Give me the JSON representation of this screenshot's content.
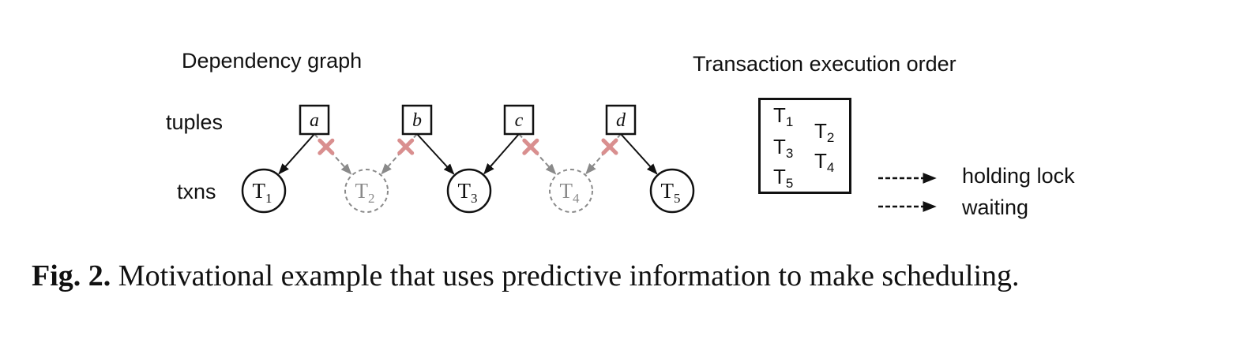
{
  "diagram": {
    "title": "Dependency graph",
    "row_labels": {
      "tuples": "tuples",
      "txns": "txns"
    },
    "tuples": [
      {
        "id": "a",
        "label": "a"
      },
      {
        "id": "b",
        "label": "b"
      },
      {
        "id": "c",
        "label": "c"
      },
      {
        "id": "d",
        "label": "d"
      }
    ],
    "transactions": [
      {
        "id": "T1",
        "name": "T",
        "sub": "1",
        "state": "active"
      },
      {
        "id": "T2",
        "name": "T",
        "sub": "2",
        "state": "waiting"
      },
      {
        "id": "T3",
        "name": "T",
        "sub": "3",
        "state": "active"
      },
      {
        "id": "T4",
        "name": "T",
        "sub": "4",
        "state": "waiting"
      },
      {
        "id": "T5",
        "name": "T",
        "sub": "5",
        "state": "active"
      }
    ],
    "edges": [
      {
        "from": "a",
        "to": "T1",
        "type": "holding"
      },
      {
        "from": "a",
        "to": "T2",
        "type": "waiting",
        "blocked": true
      },
      {
        "from": "b",
        "to": "T2",
        "type": "waiting",
        "blocked": true
      },
      {
        "from": "b",
        "to": "T3",
        "type": "holding"
      },
      {
        "from": "c",
        "to": "T3",
        "type": "holding"
      },
      {
        "from": "c",
        "to": "T4",
        "type": "waiting",
        "blocked": true
      },
      {
        "from": "d",
        "to": "T4",
        "type": "waiting",
        "blocked": true
      },
      {
        "from": "d",
        "to": "T5",
        "type": "holding"
      }
    ],
    "colors": {
      "active": "#111111",
      "waiting": "#8a8a8a",
      "blocked_mark": "#d98f8f"
    }
  },
  "execution_order": {
    "title": "Transaction execution order",
    "column_1": [
      {
        "name": "T",
        "sub": "1"
      },
      {
        "name": "T",
        "sub": "3"
      },
      {
        "name": "T",
        "sub": "5"
      }
    ],
    "column_2": [
      {
        "name": "T",
        "sub": "2"
      },
      {
        "name": "T",
        "sub": "4"
      }
    ]
  },
  "legend": {
    "holding": "holding lock",
    "waiting": "waiting"
  },
  "caption": {
    "label": "Fig. 2.",
    "text": "Motivational example that uses predictive information to make scheduling."
  }
}
